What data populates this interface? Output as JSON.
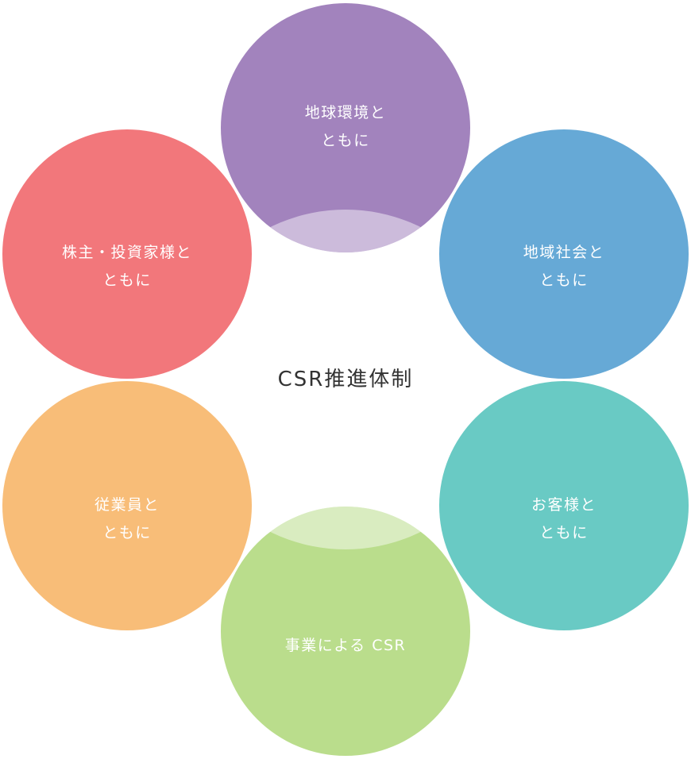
{
  "center": {
    "label": "CSR推進体制"
  },
  "circles": [
    {
      "key": "environment",
      "line1": "地球環境と",
      "line2": "ともに",
      "color": "#a283bd"
    },
    {
      "key": "community",
      "line1": "地域社会と",
      "line2": "ともに",
      "color": "#66a9d6"
    },
    {
      "key": "customers",
      "line1": "お客様と",
      "line2": "ともに",
      "color": "#69cac4"
    },
    {
      "key": "business",
      "line1": "事業による CSR",
      "line2": "",
      "color": "#badd8c"
    },
    {
      "key": "employees",
      "line1": "従業員と",
      "line2": "ともに",
      "color": "#f8bd78"
    },
    {
      "key": "shareholders",
      "line1": "株主・投資家様と",
      "line2": "ともに",
      "color": "#f2777b"
    }
  ]
}
